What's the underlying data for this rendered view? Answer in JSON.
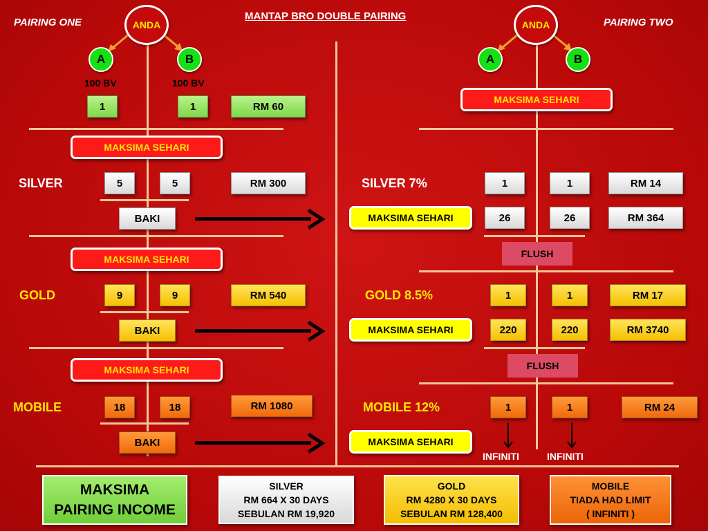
{
  "title": "MANTAP BRO DOUBLE PAIRING",
  "pairing_one": {
    "label": "PAIRING ONE",
    "anda": "ANDA",
    "leg_a": "A",
    "leg_b": "B",
    "bv_a": "100 BV",
    "bv_b": "100 BV",
    "start_left": "1",
    "start_right": "1",
    "start_amount": "RM 60",
    "maksima_1": "MAKSIMA SEHARI",
    "maksima_2": "MAKSIMA SEHARI",
    "maksima_3": "MAKSIMA SEHARI",
    "tiers": [
      {
        "name": "SILVER",
        "left": "5",
        "right": "5",
        "amount": "RM 300",
        "baki": "BAKI"
      },
      {
        "name": "GOLD",
        "left": "9",
        "right": "9",
        "amount": "RM 540",
        "baki": "BAKI"
      },
      {
        "name": "MOBILE",
        "left": "18",
        "right": "18",
        "amount": "RM 1080",
        "baki": "BAKI"
      }
    ]
  },
  "pairing_two": {
    "label": "PAIRING TWO",
    "anda": "ANDA",
    "leg_a": "A",
    "leg_b": "B",
    "maksima_top": "MAKSIMA SEHARI",
    "flush_1": "FLUSH",
    "flush_2": "FLUSH",
    "infiniti_left": "INFINITI",
    "infiniti_right": "INFINITI",
    "tiers": [
      {
        "name": "SILVER  7%",
        "left": "1",
        "right": "1",
        "amount": "RM 14",
        "maks_label": "MAKSIMA SEHARI",
        "maks_left": "26",
        "maks_right": "26",
        "maks_amount": "RM 364"
      },
      {
        "name": "GOLD  8.5%",
        "left": "1",
        "right": "1",
        "amount": "RM 17",
        "maks_label": "MAKSIMA SEHARI",
        "maks_left": "220",
        "maks_right": "220",
        "maks_amount": "RM 3740"
      },
      {
        "name": "MOBILE  12%",
        "left": "1",
        "right": "1",
        "amount": "RM 24",
        "maks_label": "MAKSIMA SEHARI"
      }
    ]
  },
  "summary": {
    "title_lines": [
      "MAKSIMA",
      "PAIRING INCOME"
    ],
    "silver_lines": [
      "SILVER",
      "RM 664 X 30 DAYS",
      "SEBULAN  RM 19,920"
    ],
    "gold_lines": [
      "GOLD",
      "RM 4280 X 30 DAYS",
      "SEBULAN  RM 128,400"
    ],
    "mobile_lines": [
      "MOBILE",
      "TIADA HAD LIMIT",
      "( INFINITI )"
    ]
  },
  "colors": {
    "background": "#c40a0a",
    "line": "#f2c79a",
    "leg_green": "#14e014",
    "accent_yellow": "#ffe600",
    "silver_box": "#e6e6e6",
    "gold_box": "#f5c000",
    "mobile_box": "#f06a0a",
    "summary_green": "#7fd84a",
    "flush": "#dd4a64"
  }
}
